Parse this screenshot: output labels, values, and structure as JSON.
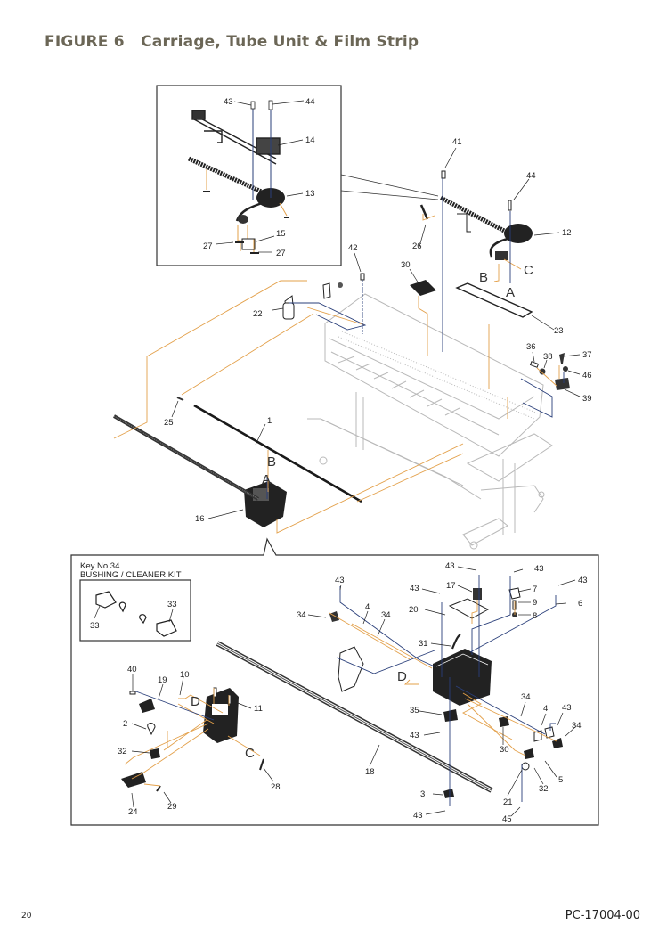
{
  "page": {
    "title": "FIGURE 6   Carriage, Tube Unit & Film Strip",
    "page_number": "20",
    "document_code": "PC-17004-00"
  },
  "colors": {
    "title": "#6b6656",
    "leader_orange": "#e3a04a",
    "leader_blue": "#2a3f7a",
    "printer_gray": "#b9b9b9",
    "frame": "#333333"
  },
  "inset_top": {
    "callouts": [
      "43",
      "44",
      "14",
      "13",
      "15",
      "27",
      "27"
    ]
  },
  "overview": {
    "callouts": [
      "41",
      "44",
      "12",
      "26",
      "30",
      "42",
      "23",
      "22",
      "36",
      "37",
      "38",
      "46",
      "39",
      "25",
      "1",
      "16"
    ],
    "connector_letters": [
      "B",
      "C",
      "A",
      "B",
      "A"
    ]
  },
  "kit_box": {
    "heading_line1": "Key No.34",
    "heading_line2": "BUSHING / CLEANER KIT",
    "callouts": [
      "33",
      "33"
    ]
  },
  "detail": {
    "callouts": [
      "43",
      "43",
      "43",
      "43",
      "43",
      "17",
      "7",
      "6",
      "9",
      "8",
      "34",
      "4",
      "34",
      "20",
      "31",
      "40",
      "19",
      "10",
      "11",
      "2",
      "32",
      "28",
      "24",
      "29",
      "18",
      "35",
      "43",
      "34",
      "4",
      "43",
      "34",
      "30",
      "5",
      "32",
      "21",
      "3",
      "43",
      "45"
    ],
    "connector_letters": [
      "D",
      "D",
      "C"
    ]
  }
}
